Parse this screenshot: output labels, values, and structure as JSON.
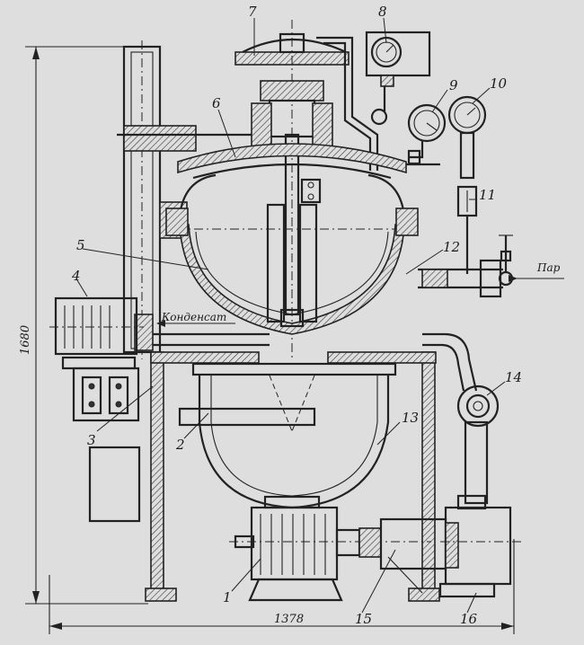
{
  "labels": {
    "l1": "1",
    "l2": "2",
    "l3": "3",
    "l4": "4",
    "l5": "5",
    "l6": "6",
    "l7": "7",
    "l8": "8",
    "l9": "9",
    "l10": "10",
    "l11": "11",
    "l12": "12",
    "l13": "13",
    "l14": "14",
    "l15": "15",
    "l16": "16"
  },
  "annotations": {
    "condensate": "Конденсат",
    "steam": "Пар"
  },
  "dimensions": {
    "height": "1680",
    "width": "1378"
  }
}
